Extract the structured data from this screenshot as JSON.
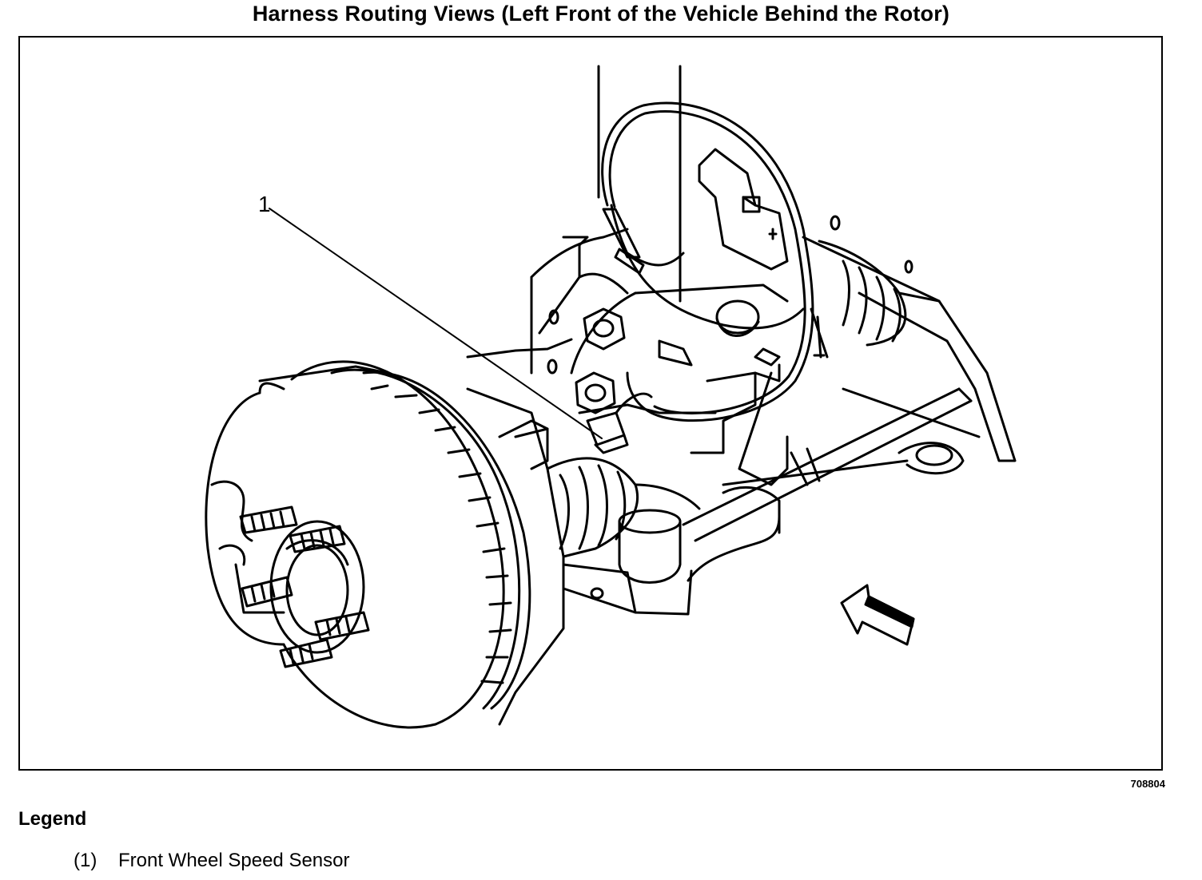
{
  "title": "Harness Routing Views (Left Front of the Vehicle Behind the Rotor)",
  "figure_id": "708804",
  "callout": {
    "number": "1"
  },
  "legend": {
    "heading": "Legend",
    "items": [
      {
        "number": "(1)",
        "label": "Front Wheel Speed Sensor"
      }
    ]
  }
}
